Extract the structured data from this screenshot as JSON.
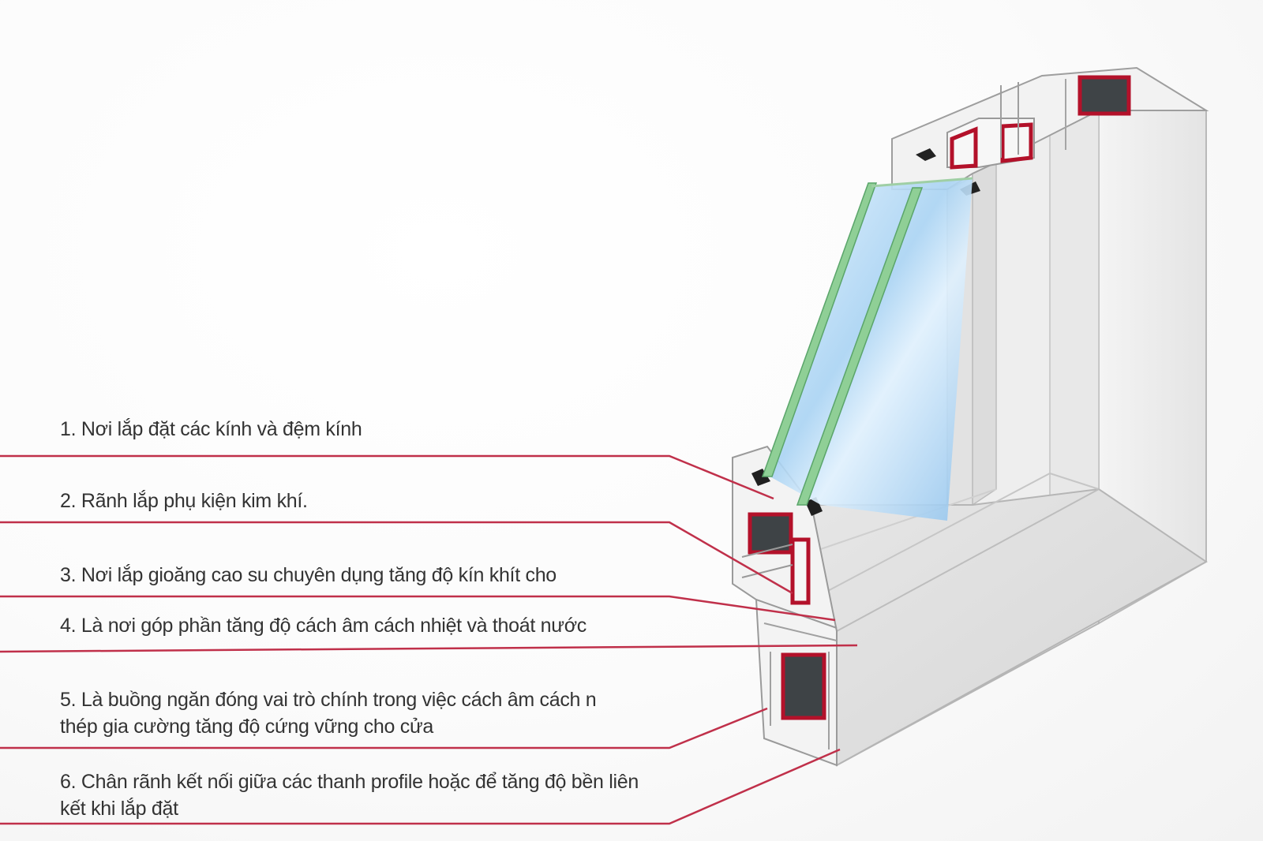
{
  "callouts": [
    {
      "id": 1,
      "lines": [
        "1. Nơi lắp đặt các kính và đệm kính"
      ]
    },
    {
      "id": 2,
      "lines": [
        "2. Rãnh lắp phụ kiện kim khí."
      ]
    },
    {
      "id": 3,
      "lines": [
        "3. Nơi lắp gioăng cao su chuyên dụng tăng độ kín khít cho"
      ]
    },
    {
      "id": 4,
      "lines": [
        "4. Là nơi góp phần tăng độ cách âm cách nhiệt và thoát nước"
      ]
    },
    {
      "id": 5,
      "lines": [
        "5. Là buồng ngăn đóng vai trò chính trong việc cách âm cách n",
        "thép gia cường tăng độ cứng vững cho cửa"
      ]
    },
    {
      "id": 6,
      "lines": [
        "6. Chân rãnh kết nối giữa các thanh profile hoặc để tăng độ bền liên",
        "kết khi lắp đặt"
      ]
    }
  ],
  "colors": {
    "leader_line": "#c0304a",
    "reinforcement_steel": "#b3112a",
    "glass": "#bfe0f7",
    "glass_edge": "#7fc48a",
    "pvc_frame": "#efefef"
  }
}
